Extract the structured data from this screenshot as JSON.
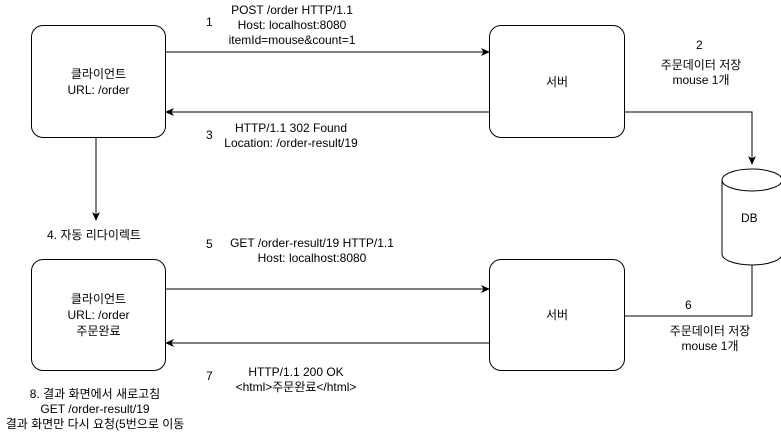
{
  "client1": {
    "line1": "클라이언트",
    "line2": "URL: /order"
  },
  "server1": {
    "label": "서버"
  },
  "client2": {
    "line1": "클라이언트",
    "line2": "URL: /order",
    "line3": "주문완료"
  },
  "server2": {
    "label": "서버"
  },
  "db": {
    "label": "DB"
  },
  "step1": {
    "num": "1",
    "line1": "POST /order HTTP/1.1",
    "line2": "Host: localhost:8080",
    "line3": "itemId=mouse&count=1"
  },
  "step2": {
    "num": "2",
    "line1": "주문데이터 저장",
    "line2": "mouse 1개"
  },
  "step3": {
    "num": "3",
    "line1": "HTTP/1.1 302 Found",
    "line2": "Location: /order-result/19"
  },
  "step4": {
    "text": "4. 자동 리다이렉트"
  },
  "step5": {
    "num": "5",
    "line1": "GET /order-result/19 HTTP/1.1",
    "line2": "Host: localhost:8080"
  },
  "step6": {
    "num": "6",
    "line1": "주문데이터 저장",
    "line2": "mouse 1개"
  },
  "step7": {
    "num": "7",
    "line1": "HTTP/1.1 200 OK",
    "line2": "<html>주문완료</html>"
  },
  "step8": {
    "line1": "8. 결과 화면에서 새로고침",
    "line2": "GET /order-result/19",
    "line3": "결과 화면만 다시 요청(5번으로 이동"
  }
}
